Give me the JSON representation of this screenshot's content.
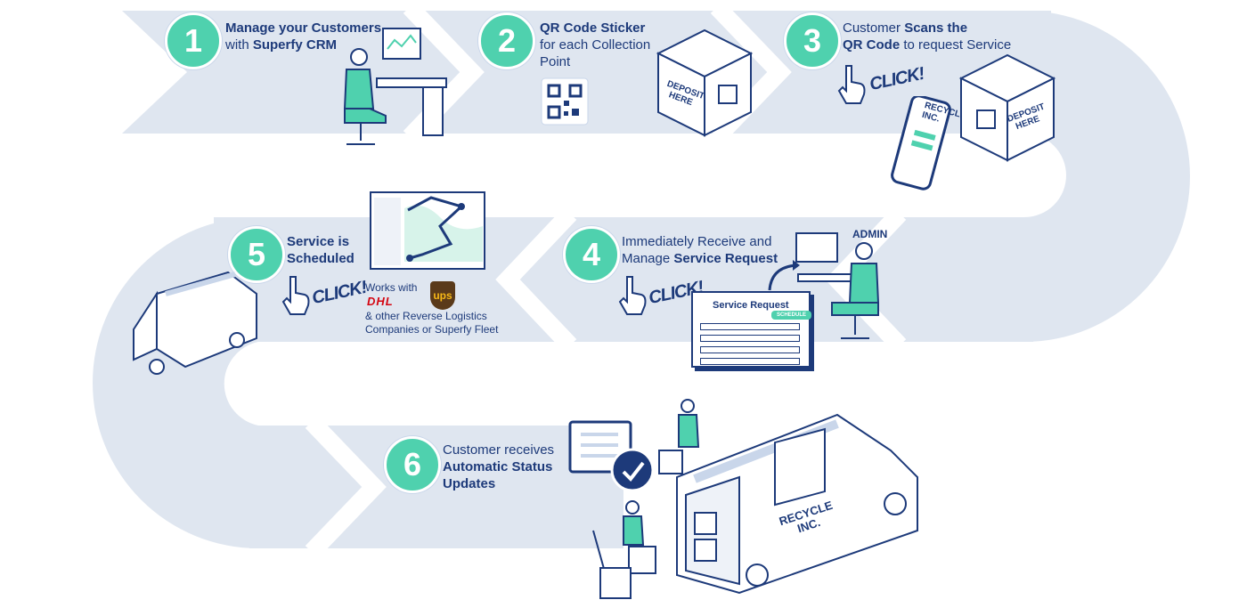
{
  "steps": [
    {
      "number": "1",
      "line1_plain": "",
      "line1_bold": "Manage your Customers",
      "line2_plain": "with ",
      "line2_bold": "Superfy CRM",
      "line3": ""
    },
    {
      "number": "2",
      "line1_bold": "QR Code Sticker",
      "line2_plain": "for each Collection",
      "line3": "Point"
    },
    {
      "number": "3",
      "line1_plain": "Customer ",
      "line1_bold": "Scans the",
      "line2_bold": "QR Code",
      "line2_plain": " to request Service"
    },
    {
      "number": "4",
      "line1_plain": "Immediately Receive and",
      "line2_plain": "Manage ",
      "line2_bold": "Service Request"
    },
    {
      "number": "5",
      "line1_bold": "Service is",
      "line2_bold": "Scheduled"
    },
    {
      "number": "6",
      "line1_plain": "Customer receives",
      "line2_bold": "Automatic Status",
      "line3_bold": "Updates"
    }
  ],
  "labels": {
    "deposit_box_2": "DEPOSIT HERE",
    "deposit_box_3": "DEPOSIT HERE",
    "click_1": "CLICK!",
    "click_4": "CLICK!",
    "click_5": "CLICK!",
    "admin": "ADMIN",
    "service_request_title": "Service Request",
    "schedule_button": "SCHEDULE",
    "works_with": "Works with",
    "dhl": "DHL",
    "ups": "ups",
    "logistics_line1": "& other Reverse Logistics",
    "logistics_line2": "Companies or Superfy Fleet",
    "recycle_phone": "RECYCLE INC.",
    "recycle_van": "RECYCLE INC."
  },
  "colors": {
    "path": "#dfe6f0",
    "accent": "#4fd1ae",
    "navy": "#1d3a7a",
    "dhl_red": "#d40511",
    "ups_brown": "#5a3a1a",
    "ups_gold": "#f6b817"
  }
}
